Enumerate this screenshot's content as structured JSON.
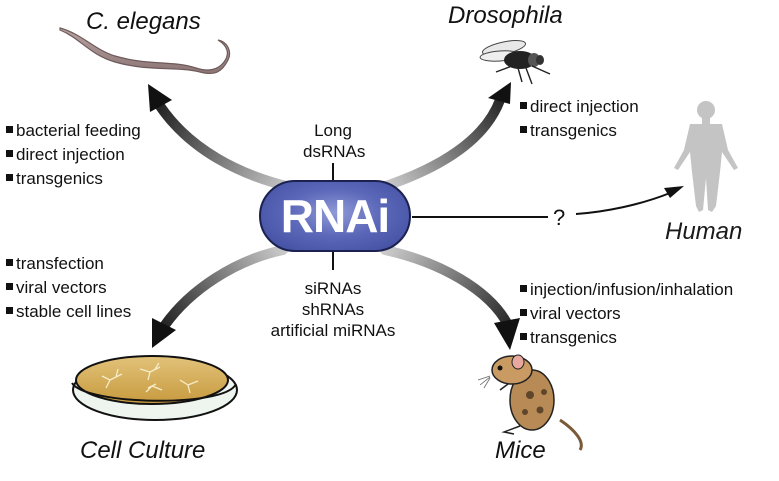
{
  "center": {
    "label": "RNAi"
  },
  "molecules": {
    "top": [
      "Long",
      "dsRNAs"
    ],
    "bottom": [
      "siRNAs",
      "shRNAs",
      "artificial miRNAs"
    ]
  },
  "organisms": [
    {
      "id": "celegans",
      "name": "C. elegans",
      "methods": [
        "bacterial feeding",
        "direct injection",
        "transgenics"
      ]
    },
    {
      "id": "drosophila",
      "name": "Drosophila",
      "methods": [
        "direct injection",
        "transgenics"
      ]
    },
    {
      "id": "human",
      "name": "Human",
      "methods": [],
      "connector_label": "?"
    },
    {
      "id": "cellculture",
      "name": "Cell Culture",
      "methods": [
        "transfection",
        "viral vectors",
        "stable cell lines"
      ]
    },
    {
      "id": "mice",
      "name": "Mice",
      "methods": [
        "injection/infusion/inhalation",
        "viral vectors",
        "transgenics"
      ]
    }
  ],
  "colors": {
    "rnai_fill": "#4f5bb0",
    "arrow_dark": "#111111",
    "arrow_light": "#c8c8c8",
    "human": "#c4c4c4"
  }
}
